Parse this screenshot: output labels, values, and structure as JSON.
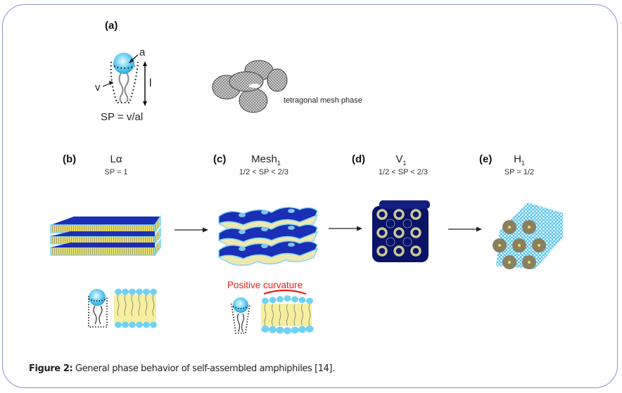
{
  "figure": {
    "caption_label": "Figure 2:",
    "caption_text": " General phase behavior of self-assembled amphiphiles [14].",
    "panel_a": {
      "letter": "(a)",
      "head_label": "a",
      "volume_label": "v",
      "length_label": "l",
      "formula": "SP = v/al",
      "mesh_label": "tetragonal mesh phase"
    },
    "phases": [
      {
        "letter": "(b)",
        "name": "Lα",
        "sub": "",
        "sp": "SP = 1"
      },
      {
        "letter": "(c)",
        "name": "Mesh",
        "sub": "1",
        "sp": "1/2 < SP < 2/3"
      },
      {
        "letter": "(d)",
        "name": "V",
        "sub": "1",
        "sp": "1/2 < SP < 2/3"
      },
      {
        "letter": "(e)",
        "name": "H",
        "sub": "1",
        "sp": "SP = 1/2"
      }
    ],
    "curvature_label": "Positive  curvature",
    "colors": {
      "border": "#8c96c6",
      "head_blue": "#5ec8f0",
      "lamellar_blue": "#1a2fb5",
      "cubic_navy": "#0a1466",
      "tail_yellow": "#f2ea9a",
      "curvature_red": "#e8201c"
    }
  }
}
